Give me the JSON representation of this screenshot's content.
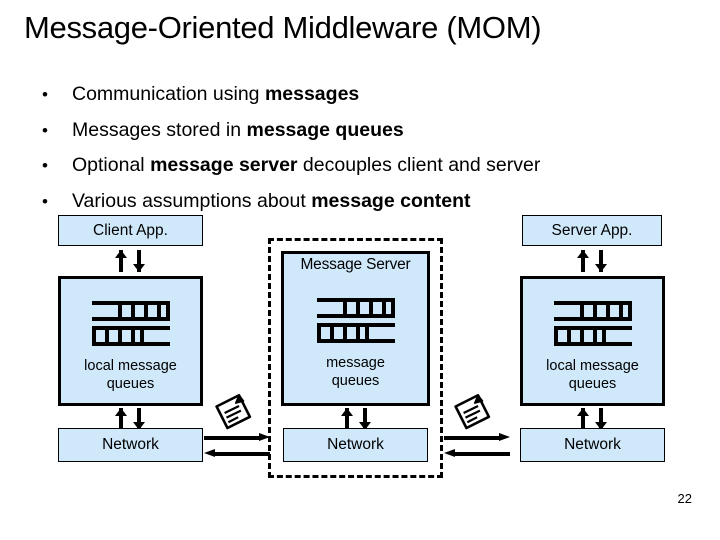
{
  "slide": {
    "title": "Message-Oriented Middleware (MOM)",
    "page_number": "22",
    "bullet_marker": "•",
    "bullets": [
      {
        "plain1": "Communication using ",
        "bold1": "messages",
        "plain2": ""
      },
      {
        "plain1": "Messages stored in ",
        "bold1": "message queues",
        "plain2": ""
      },
      {
        "plain1": "Optional ",
        "bold1": "message server",
        "plain2": " decouples client and server"
      },
      {
        "plain1": "Various assumptions about ",
        "bold1": "message content",
        "plain2": ""
      }
    ]
  },
  "diagram": {
    "client": {
      "app_label": "Client App.",
      "queues_label_line1": "local message",
      "queues_label_line2": "queues",
      "network_label": "Network"
    },
    "server_side": {
      "app_label": "Server App.",
      "queues_label_line1": "local message",
      "queues_label_line2": "queues",
      "network_label": "Network"
    },
    "message_server": {
      "title_label": "Message Server",
      "queues_label_line1": "message",
      "queues_label_line2": "queues",
      "network_label": "Network"
    },
    "icons": {
      "message_letter": "letter-icon",
      "queue_glyph": "queue-icon"
    },
    "colors": {
      "box_fill": "#cfe9fb",
      "stroke": "#000000",
      "background": "#ffffff"
    }
  }
}
